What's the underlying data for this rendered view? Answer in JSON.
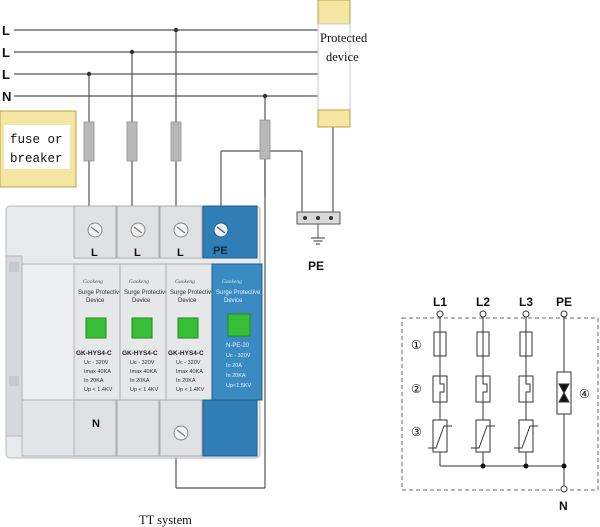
{
  "colors": {
    "wire": "#555555",
    "label_box_fill": "#f5e7a3",
    "label_box_border": "#b9a14a",
    "spd_grey_body": "#dfe1e3",
    "spd_blue_body": "#2f7fb6",
    "indicator_window": "#37c037",
    "fuse_fill": "#b8b8b8",
    "schematic_line": "#333333"
  },
  "wiring": {
    "line_labels": [
      "L",
      "L",
      "L",
      "N"
    ],
    "protected_device_label": "Protected\ndevice",
    "fuse_label": "fuse or\nbreaker",
    "pe_label": "PE",
    "caption": "TT system"
  },
  "spd": {
    "grey_modules": [
      {
        "top_terminal": "L",
        "brand": "Gaokeng",
        "title": "Surge Protective\nDevice",
        "model": "GK-HYS4-C",
        "uc": "Uc - 320V",
        "imax": "Imax 40KA",
        "in": "In    20KA",
        "up": "Up < 1.4KV"
      },
      {
        "top_terminal": "L",
        "brand": "Gaokeng",
        "title": "Surge Protective\nDevice",
        "model": "GK-HYS4-C",
        "uc": "Uc - 320V",
        "imax": "Imax 40KA",
        "in": "In    20KA",
        "up": "Up < 1.4KV"
      },
      {
        "top_terminal": "L",
        "brand": "Gaokeng",
        "title": "Surge Protective\nDevice",
        "model": "GK-HYS4-C",
        "uc": "Uc - 320V",
        "imax": "Imax 40KA",
        "in": "In    20KA",
        "up": "Up < 1.4KV"
      }
    ],
    "blue_module": {
      "top_terminal": "PE",
      "brand": "Gaokeng",
      "title": "Surge Protective\nDevice",
      "model": "N-PE-20",
      "uc": "Uc - 320V",
      "in": "In    20A",
      "imax": "In    20KA",
      "up": "Up<1.5KV"
    },
    "bottom_terminal": "N"
  },
  "schematic": {
    "columns": [
      "L1",
      "L2",
      "L3",
      "PE"
    ],
    "bottom_label": "N",
    "markers": [
      "①",
      "②",
      "③",
      "④"
    ]
  }
}
